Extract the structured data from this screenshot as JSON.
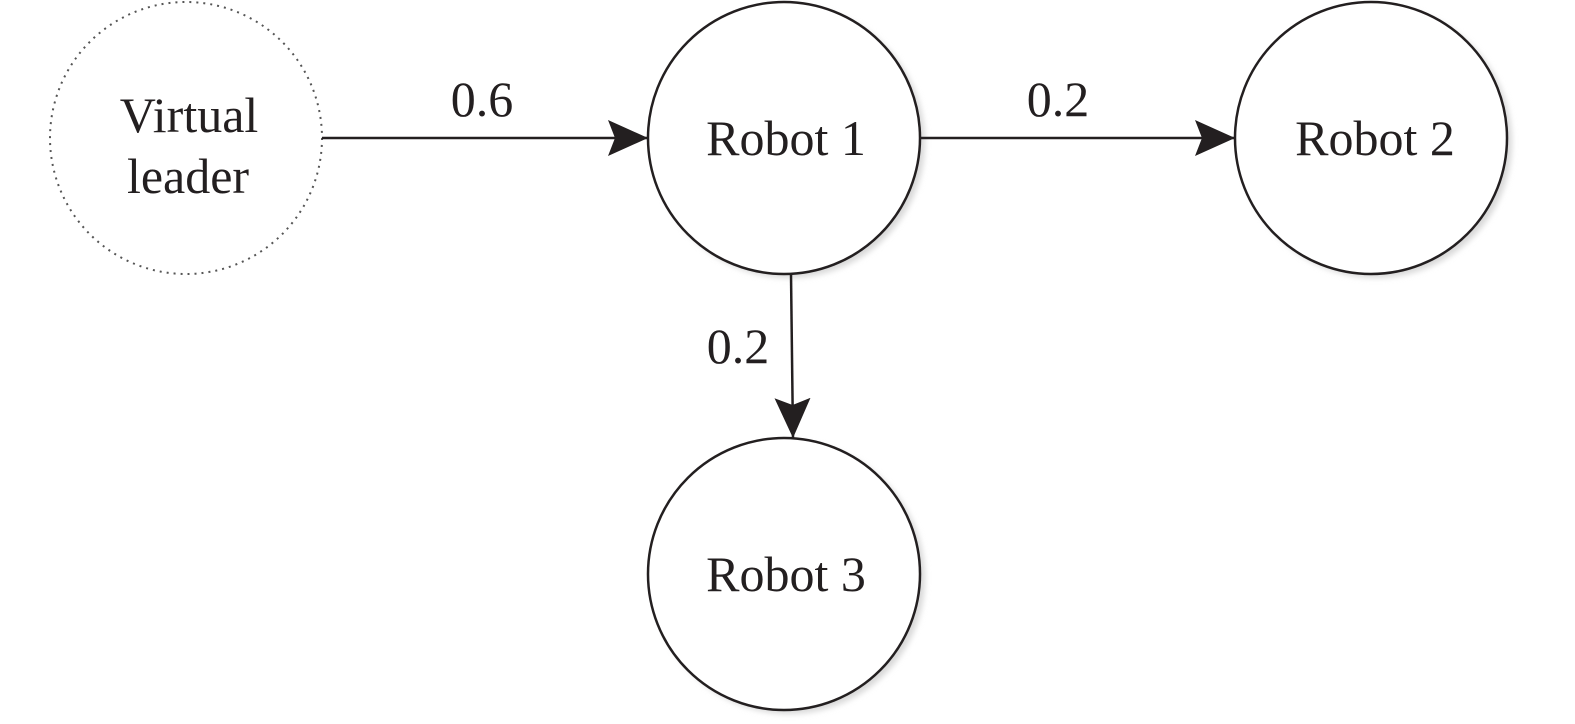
{
  "diagram": {
    "nodes": [
      {
        "id": "virtual-leader",
        "lines": [
          "Virtual",
          "leader"
        ],
        "style": "dotted"
      },
      {
        "id": "robot-1",
        "lines": [
          "Robot 1"
        ],
        "style": "solid"
      },
      {
        "id": "robot-2",
        "lines": [
          "Robot 2"
        ],
        "style": "solid"
      },
      {
        "id": "robot-3",
        "lines": [
          "Robot 3"
        ],
        "style": "solid"
      }
    ],
    "edges": [
      {
        "from": "virtual-leader",
        "to": "robot-1",
        "weight": "0.6"
      },
      {
        "from": "robot-1",
        "to": "robot-2",
        "weight": "0.2"
      },
      {
        "from": "robot-1",
        "to": "robot-3",
        "weight": "0.2"
      }
    ],
    "colors": {
      "stroke": "#231f20",
      "shadow": "#d9d9d9",
      "dotted_stroke": "#555555",
      "background": "#ffffff"
    }
  }
}
